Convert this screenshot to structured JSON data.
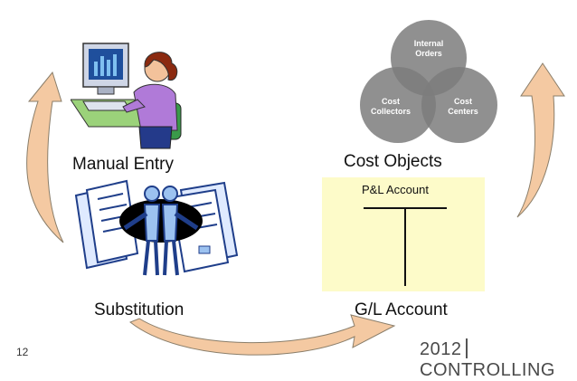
{
  "labels": {
    "manual_entry": "Manual Entry",
    "cost_objects": "Cost Objects",
    "substitution": "Substitution",
    "gl_account": "G/L Account"
  },
  "venn": {
    "top": [
      "Internal",
      "Orders"
    ],
    "left": [
      "Cost",
      "Collectors"
    ],
    "right": [
      "Cost",
      "Centers"
    ]
  },
  "ledger": {
    "title": "P&L Account"
  },
  "footer": {
    "page_number": "12",
    "logo_year": "2012",
    "logo_word": "CONTROLLING"
  },
  "colors": {
    "arrow_fill": "#f4c9a2",
    "arrow_stroke": "#8a7e6a",
    "venn_fill": "#7d7d7d",
    "ledger_bg": "#fdfbc9"
  },
  "icons": [
    "woman-at-computer-icon",
    "people-exchanging-documents-icon"
  ]
}
